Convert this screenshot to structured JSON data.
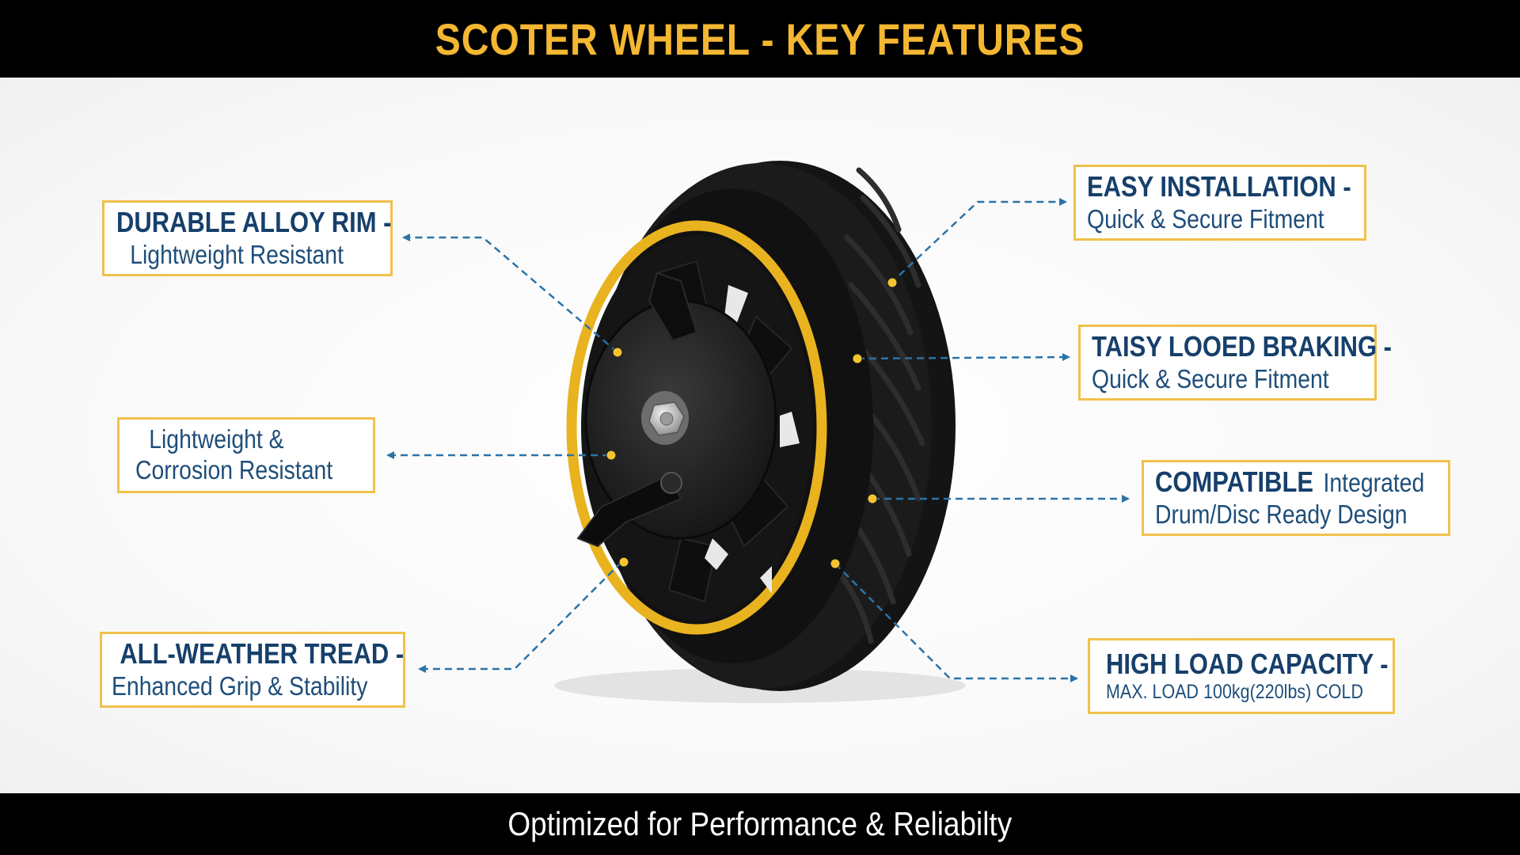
{
  "title": "SCOTER WHEEL - KEY FEATURES",
  "footer": "Optimized for Performance & Reliabilty",
  "colors": {
    "accent_yellow": "#f4b731",
    "callout_border": "#f0c14b",
    "callout_text": "#1f4e7a",
    "connector": "#2a73a8",
    "tire": "#141414"
  },
  "callouts": {
    "rim": {
      "head": "DURABLE ALLOY RIM -",
      "sub": "Lightweight Resistant"
    },
    "corrosion": {
      "line1": "Lightweight &",
      "line2": "Corrosion Resistant"
    },
    "tread": {
      "head": "ALL-WEATHER TREAD -",
      "sub": "Enhanced Grip & Stability"
    },
    "install": {
      "head": "EASY INSTALLATION -",
      "sub": "Quick & Secure Fitment"
    },
    "braking": {
      "head": "TAISY LOOED BRAKING -",
      "sub": "Quick & Secure Fitment"
    },
    "compatible": {
      "head": "COMPATIBLE",
      "head_rest": "Integrated",
      "sub": "Drum/Disc Ready Design"
    },
    "load": {
      "head": "HIGH LOAD CAPACITY -",
      "sub": "MAX. LOAD 100kg(220lbs) COLD"
    }
  }
}
